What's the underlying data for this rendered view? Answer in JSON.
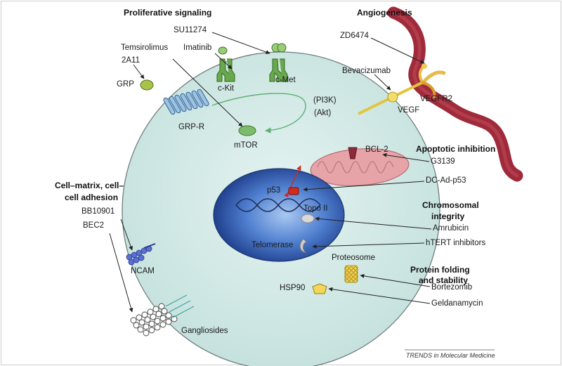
{
  "headers": {
    "proliferative": "Proliferative signaling",
    "angiogenesis": "Angiogenesis",
    "apoptotic": "Apoptotic inhibition",
    "chromosomal_1": "Chromosomal",
    "chromosomal_2": "integrity",
    "adhesion_1": "Cell–matrix, cell–",
    "adhesion_2": "cell adhesion",
    "protein_1": "Protein folding",
    "protein_2": "and stability"
  },
  "drugs": {
    "su11274": "SU11274",
    "imatinib": "Imatinib",
    "temsirolimus": "Temsirolimus",
    "a2a11": "2A11",
    "zd6474": "ZD6474",
    "bevacizumab": "Bevacizumab",
    "g3139": "G3139",
    "dc_ad_p53": "DC-Ad-p53",
    "amrubicin": "Amrubicin",
    "htert": "hTERT inhibitors",
    "bb10901": "BB10901",
    "bec2": "BEC2",
    "bortezomib": "Bortezomib",
    "geldanamycin": "Geldanamycin"
  },
  "targets": {
    "grp": "GRP",
    "grp_r": "GRP-R",
    "ckit": "c-Kit",
    "cmet": "c-Met",
    "pi3k": "(PI3K)",
    "akt": "(Akt)",
    "mtor": "mTOR",
    "vegf": "VEGF",
    "vegfr2": "VEGFR2",
    "bcl2": "BCL-2",
    "p53": "p53",
    "topo2": "Topo II",
    "telomerase": "Telomerase",
    "proteosome": "Proteosome",
    "hsp90": "HSP90",
    "ncam": "NCAM",
    "gangliosides": "Gangliosides"
  },
  "credit": "TRENDS in Molecular Medicine",
  "colors": {
    "cell_fill": "#d6ebe8",
    "nucleus_dark": "#2b55a8",
    "nucleus_light": "#7fa9e6",
    "vessel": "#9e2a3a",
    "mitochondrion": "#e6a3a8",
    "receptor_green": "#5a9a3c",
    "accent_red": "#d22a1e",
    "pathway_green": "#5fae74"
  }
}
